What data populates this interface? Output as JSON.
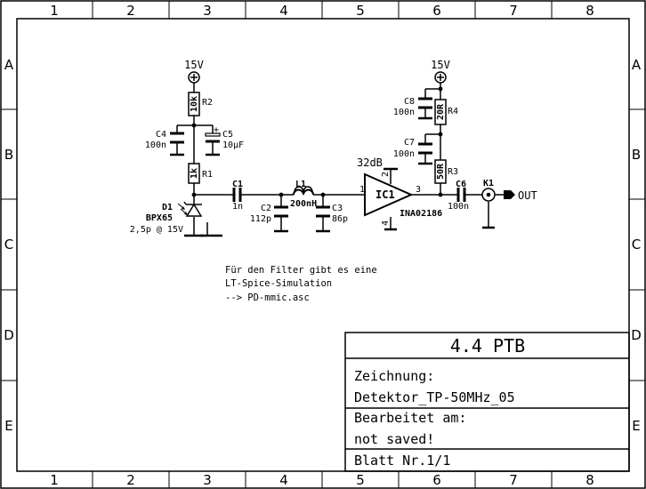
{
  "frame": {
    "columns": [
      "1",
      "2",
      "3",
      "4",
      "5",
      "6",
      "7",
      "8"
    ],
    "rows": [
      "A",
      "B",
      "C",
      "D",
      "E"
    ]
  },
  "components": {
    "supply_left": "15V",
    "supply_right": "15V",
    "r2": {
      "name": "R2",
      "value": "10k"
    },
    "r1": {
      "name": "R1",
      "value": "1k"
    },
    "c4": {
      "name": "C4",
      "value": "100n"
    },
    "c5": {
      "name": "C5",
      "value": "10µF"
    },
    "d1": {
      "name": "D1",
      "value": "BPX65",
      "note": "2,5p @ 15V"
    },
    "c1": {
      "name": "C1",
      "value": "1n"
    },
    "c2": {
      "name": "C2",
      "value": "112p"
    },
    "l1": {
      "name": "L1",
      "value": "200nH"
    },
    "c3": {
      "name": "C3",
      "value": "86p"
    },
    "ic1": {
      "name": "IC1",
      "value": "INA02186",
      "gain": "32dB",
      "pin_in": "1",
      "pin_out": "3",
      "pin_top": "2",
      "pin_bottom": "4"
    },
    "c8": {
      "name": "C8",
      "value": "100n"
    },
    "r4": {
      "name": "R4",
      "value": "20R"
    },
    "c7": {
      "name": "C7",
      "value": "100n"
    },
    "r3": {
      "name": "R3",
      "value": "50R"
    },
    "c6": {
      "name": "C6",
      "value": "100n"
    },
    "k1": {
      "name": "K1"
    },
    "out": "OUT"
  },
  "note": {
    "line1": "Für den Filter gibt es eine",
    "line2": "LT-Spice-Simulation",
    "line3": "--> PD-mmic.asc"
  },
  "title_block": {
    "title": "4.4 PTB",
    "drawing_label": "Zeichnung:",
    "drawing_name": "Detektor_TP-50MHz_05",
    "edited_label": "Bearbeitet am:",
    "edited_value": "not saved!",
    "sheet": "Blatt Nr.1/1"
  }
}
